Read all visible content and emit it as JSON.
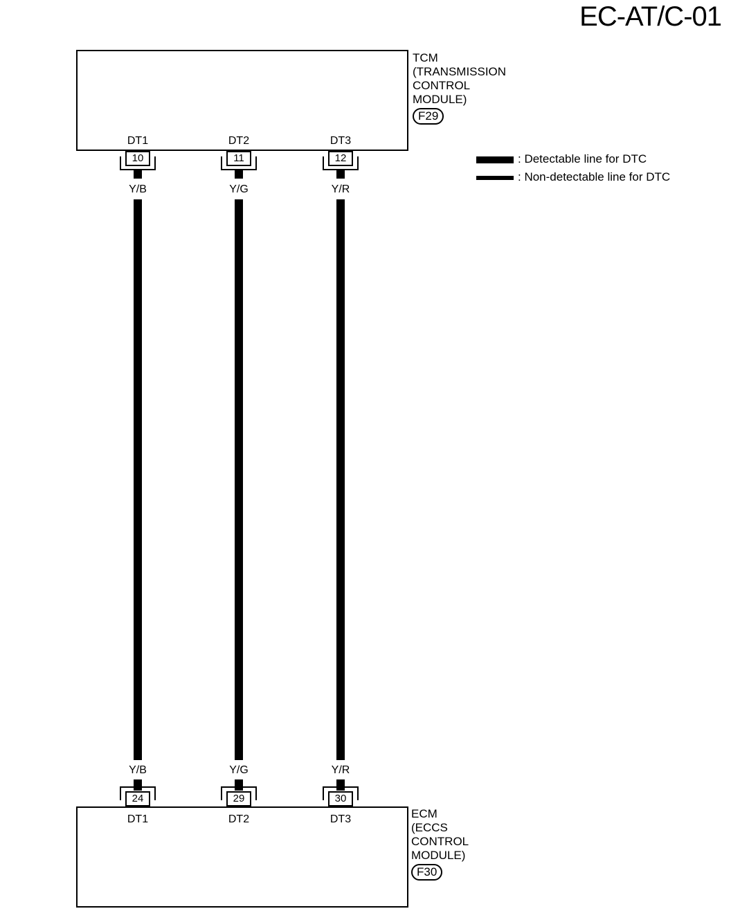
{
  "page_id": "EC-AT/C-01",
  "tcm": {
    "label": "TCM\n(TRANSMISSION\nCONTROL\nMODULE)",
    "connector": "F29",
    "pins": [
      {
        "name": "DT1",
        "number": "10",
        "color": "Y/B"
      },
      {
        "name": "DT2",
        "number": "11",
        "color": "Y/G"
      },
      {
        "name": "DT3",
        "number": "12",
        "color": "Y/R"
      }
    ]
  },
  "ecm": {
    "label": "ECM\n(ECCS\nCONTROL\nMODULE)",
    "connector": "F30",
    "pins": [
      {
        "name": "DT1",
        "number": "24",
        "color": "Y/B"
      },
      {
        "name": "DT2",
        "number": "29",
        "color": "Y/G"
      },
      {
        "name": "DT3",
        "number": "30",
        "color": "Y/R"
      }
    ]
  },
  "legend": {
    "detectable": ": Detectable line for DTC",
    "non_detectable": ": Non-detectable line for DTC"
  }
}
